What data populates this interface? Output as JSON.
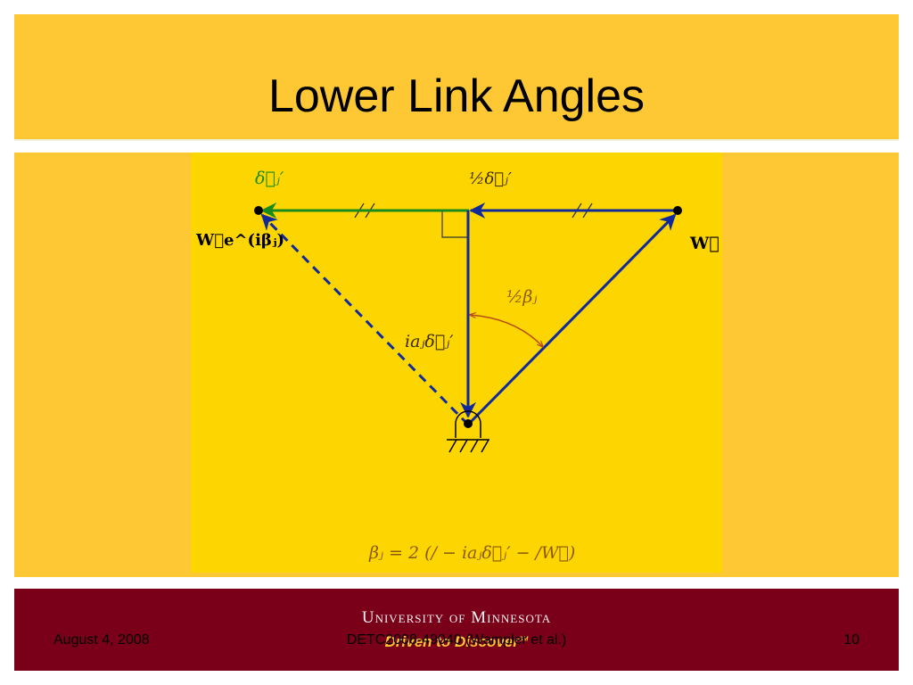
{
  "slide": {
    "title": "Lower Link Angles"
  },
  "diagram": {
    "labels": {
      "delta_prime": "δ⃗ⱼ′",
      "half_delta_prime": "½δ⃗ⱼ′",
      "w_rotated": "W⃗e^(iβⱼ)",
      "w": "W⃗",
      "ia_delta": "iaⱼδ⃗ⱼ′",
      "half_beta": "½βⱼ",
      "equation": "βⱼ = 2 (/ − iaⱼδ⃗ⱼ′ − /W⃗)"
    },
    "colors": {
      "vector": "#102a9c",
      "delta": "#1a8a1a",
      "dashed_line": "#2aa02a",
      "angle_arc": "#b84a18",
      "label_text": "#8a5a00"
    }
  },
  "footer": {
    "university": "University of Minnesota",
    "tagline": "Driven to Discover",
    "tagline_mark": "SM",
    "date": "August 4, 2008",
    "citation": "DETC2008-49040 (Wampler et al.)",
    "page": "10"
  }
}
